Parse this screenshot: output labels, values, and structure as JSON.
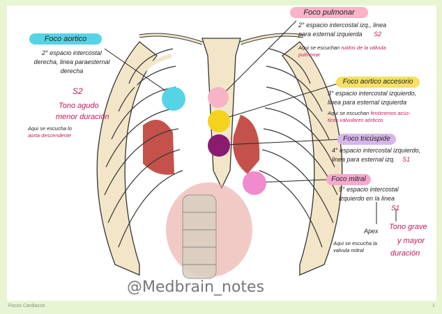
{
  "footer": {
    "caption": "Focos Cardiacos",
    "page": "1"
  },
  "watermark": "@Medbrain_notes",
  "colors": {
    "aortic": "#55d4e6",
    "pulmonary": "#f7b4c6",
    "accessory": "#f5d21c",
    "tricuspid": "#8a1b6e",
    "mitral": "#f08bcd"
  },
  "aortic": {
    "label": "Foco aortico",
    "line1": "2° espacio intercostal",
    "line2": "derecha, linea paraesternal",
    "line3": "derecha",
    "sound": "S2",
    "tone1": "Tono agudo",
    "tone2": "menor duración",
    "note1": "Aqui se escucha lo",
    "note2": "aorta descendente"
  },
  "pulmonary": {
    "label": "Foco pulmonar",
    "line1": "2° espacio intercostal izq., linea",
    "line2": "para esternal izquierda",
    "sound": "S2",
    "note_prefix": "Aqui se escuchan",
    "note_red1": "ruidos de la válvula",
    "note_red2": "pulmonar"
  },
  "accessory": {
    "label": "Foco aortico accesorio",
    "line1": "3° espacio intercostal izquierdo,",
    "line2": "linea para esternal izquierda",
    "note_prefix": "Aqui se escuchan",
    "note_red1": "fenómenos acús-",
    "note_red2": "ticos valvulares aórticos"
  },
  "tricuspid": {
    "label": "Foco tricúspide",
    "line1": "4° espacio intercostal izquierdo,",
    "line2": "linea para esternal izq.",
    "sound": "S1"
  },
  "mitral": {
    "label": "Foco mitral",
    "line1": "5° espacio intercostal",
    "line2": "izquierdo en la linea",
    "sound": "S1",
    "apex": "Apex",
    "note1": "Aqui se escucha la",
    "note2": "valvula mitral",
    "tone1": "Tono grave",
    "tone2": "y mayor",
    "tone3": "duración"
  }
}
